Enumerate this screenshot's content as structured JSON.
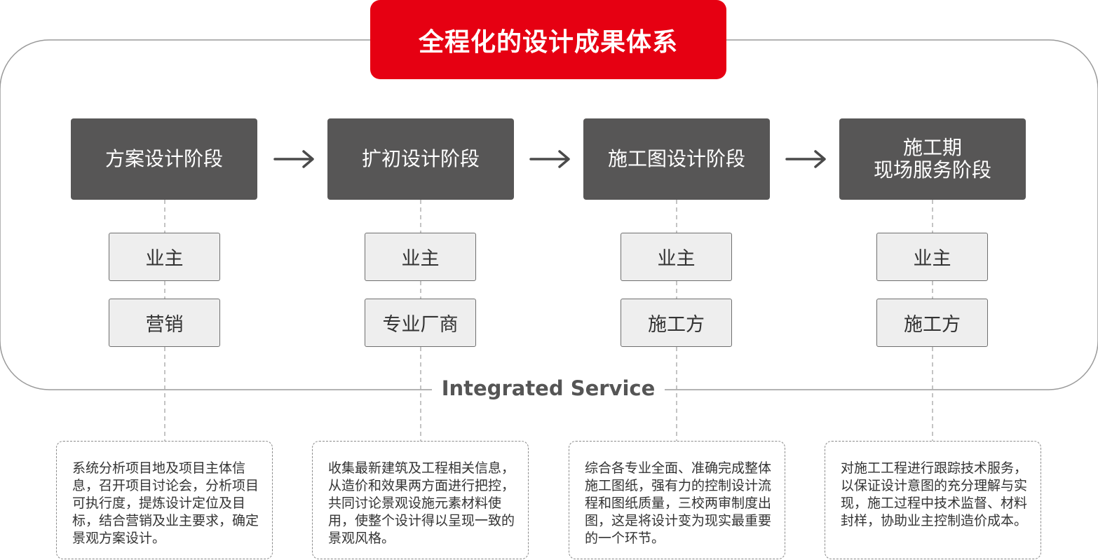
{
  "title": "全程化的设计成果体系",
  "service_label": "Integrated Service",
  "stages": [
    {
      "lines": [
        "方案设计阶段"
      ],
      "roles": [
        "业主",
        "营销"
      ],
      "desc": "系统分析项目地及项目主体信息，召开项目讨论会，分析项目可执行度，提炼设计定位及目标，结合营销及业主要求，确定景观方案设计。"
    },
    {
      "lines": [
        "扩初设计阶段"
      ],
      "roles": [
        "业主",
        "专业厂商"
      ],
      "desc": "收集最新建筑及工程相关信息，从造价和效果两方面进行把控，共同讨论景观设施元素材料使用，使整个设计得以呈现一致的景观风格。"
    },
    {
      "lines": [
        "施工图设计阶段"
      ],
      "roles": [
        "业主",
        "施工方"
      ],
      "desc": "综合各专业全面、准确完成整体施工图纸，强有力的控制设计流程和图纸质量，三校两审制度出图，这是将设计变为现实最重要的一个环节。"
    },
    {
      "lines": [
        "施工期",
        "现场服务阶段"
      ],
      "roles": [
        "业主",
        "施工方"
      ],
      "desc": "对施工工程进行跟踪技术服务，以保证设计意图的充分理解与实现，施工过程中技术监督、材料封样，协助业主控制造价成本。"
    }
  ],
  "colors": {
    "accent": "#e60012",
    "stage": "#575656",
    "role_bg": "#eeeeee"
  },
  "icons": [
    "right-arrow-icon"
  ]
}
